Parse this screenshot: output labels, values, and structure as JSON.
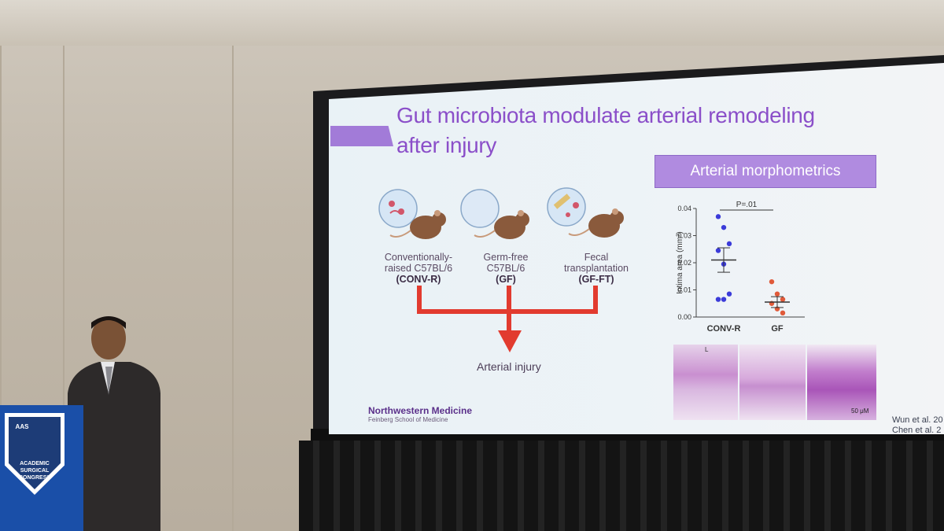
{
  "slide": {
    "title_line1": "Gut microbiota modulate arterial remodeling",
    "title_line2": "after injury",
    "mice": [
      {
        "line1": "Conventionally-",
        "line2": "raised C57BL/6",
        "code": "(CONV-R)"
      },
      {
        "line1": "Germ-free",
        "line2": "C57BL/6",
        "code": "(GF)"
      },
      {
        "line1": "Fecal",
        "line2": "transplantation",
        "code": "(GF-FT)"
      }
    ],
    "outcome": "Arterial injury",
    "panel_title": "Arterial morphometrics",
    "logo_name": "Northwestern Medicine",
    "logo_sub": "Feinberg School of Medicine",
    "citations": [
      "Wun et al. 20",
      "Chen et al. 2"
    ],
    "scale_label": "50 μM",
    "lumen_label": "L"
  },
  "chart_data": {
    "type": "scatter",
    "title": "",
    "ylabel": "Intima area (mm²)",
    "xlabel": "",
    "categories": [
      "CONV-R",
      "GF"
    ],
    "ylim": [
      0,
      0.04
    ],
    "yticks": [
      "0.00",
      "0.01",
      "0.02",
      "0.03",
      "0.04"
    ],
    "annotation": "P=.01",
    "series": [
      {
        "name": "CONV-R",
        "color": "#3b3bd9",
        "values": [
          0.037,
          0.033,
          0.027,
          0.0245,
          0.0195,
          0.0085,
          0.0065,
          0.0065
        ],
        "mean": 0.021,
        "sem_low": 0.0165,
        "sem_high": 0.0255
      },
      {
        "name": "GF",
        "color": "#e05a3a",
        "values": [
          0.013,
          0.0085,
          0.0065,
          0.005,
          0.003,
          0.0015
        ],
        "mean": 0.0055,
        "sem_low": 0.0035,
        "sem_high": 0.0075
      }
    ]
  },
  "podium": {
    "brand": "AAS",
    "line1": "ACADEMIC",
    "line2": "SURGICAL",
    "line3": "CONGRESS"
  }
}
